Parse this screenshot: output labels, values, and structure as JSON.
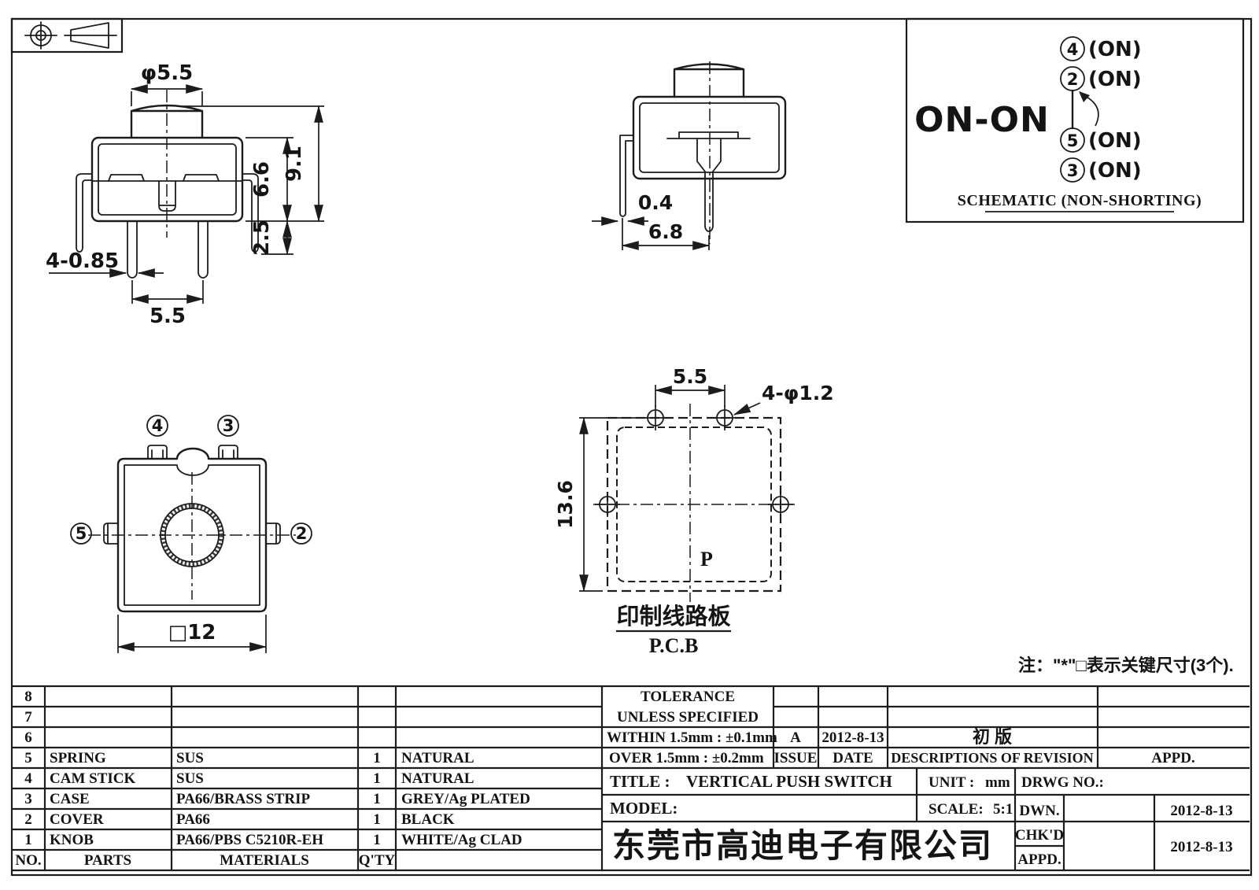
{
  "colors": {
    "line": "#1c1c1c",
    "bg": "#ffffff"
  },
  "front": {
    "dia": "φ5.5",
    "total": "9.1",
    "body": "6.6",
    "pin_len": "2.5",
    "pin_w": "4-0.85",
    "pitch": "5.5"
  },
  "side": {
    "wire": "0.4",
    "span": "6.8"
  },
  "schematic": {
    "mode": "ON-ON",
    "pin_top": "4",
    "pin_mid_top": "2",
    "pin_mid_bot": "5",
    "pin_bot": "3",
    "on": "(ON)",
    "caption": "SCHEMATIC (NON-SHORTING)"
  },
  "bottom": {
    "pin4": "4",
    "pin3": "3",
    "pin5": "5",
    "pin2": "2",
    "size": "□12"
  },
  "pcb": {
    "pitch": "5.5",
    "holes": "4-φ1.2",
    "height": "13.6",
    "point": "P",
    "caption_cn": "印制线路板",
    "caption_en": "P.C.B"
  },
  "note": "注：\"*\"□表示关键尺寸(3个).",
  "parts": {
    "h_no": "NO.",
    "h_parts": "PARTS",
    "h_mat": "MATERIALS",
    "h_qty": "Q'TY",
    "rows": [
      {
        "no": "8",
        "name": "",
        "mat": "",
        "qty": "",
        "fin": ""
      },
      {
        "no": "7",
        "name": "",
        "mat": "",
        "qty": "",
        "fin": ""
      },
      {
        "no": "6",
        "name": "",
        "mat": "",
        "qty": "",
        "fin": ""
      },
      {
        "no": "5",
        "name": "SPRING",
        "mat": "SUS",
        "qty": "1",
        "fin": "NATURAL"
      },
      {
        "no": "4",
        "name": "CAM STICK",
        "mat": "SUS",
        "qty": "1",
        "fin": "NATURAL"
      },
      {
        "no": "3",
        "name": "CASE",
        "mat": "PA66/BRASS STRIP",
        "qty": "1",
        "fin": "GREY/Ag PLATED"
      },
      {
        "no": "2",
        "name": "COVER",
        "mat": "PA66",
        "qty": "1",
        "fin": "BLACK"
      },
      {
        "no": "1",
        "name": "KNOB",
        "mat": "PA66/PBS C5210R-EH",
        "qty": "1",
        "fin": "WHITE/Ag CLAD"
      }
    ]
  },
  "tb": {
    "tol1": "TOLERANCE",
    "tol2": "UNLESS SPECIFIED",
    "within": "WITHIN 1.5mm : ±0.1mm",
    "over": "OVER 1.5mm : ±0.2mm",
    "issue_val": "A",
    "issue": "ISSUE",
    "date_val": "2012-8-13",
    "date": "DATE",
    "rev_val": "初 版",
    "rev": "DESCRIPTIONS OF REVISION",
    "appd_col": "APPD.",
    "title_label": "TITLE :",
    "title": "VERTICAL PUSH SWITCH",
    "unit_label": "UNIT :",
    "unit": "mm",
    "drwg": "DRWG NO.:",
    "model_label": "MODEL:",
    "scale_label": "SCALE:",
    "scale": "5:1",
    "dwn": "DWN.",
    "chkd": "CHK'D",
    "appd": "APPD.",
    "dwn_date": "2012-8-13",
    "chk_date": "2012-8-13",
    "company": "东莞市高迪电子有限公司"
  }
}
